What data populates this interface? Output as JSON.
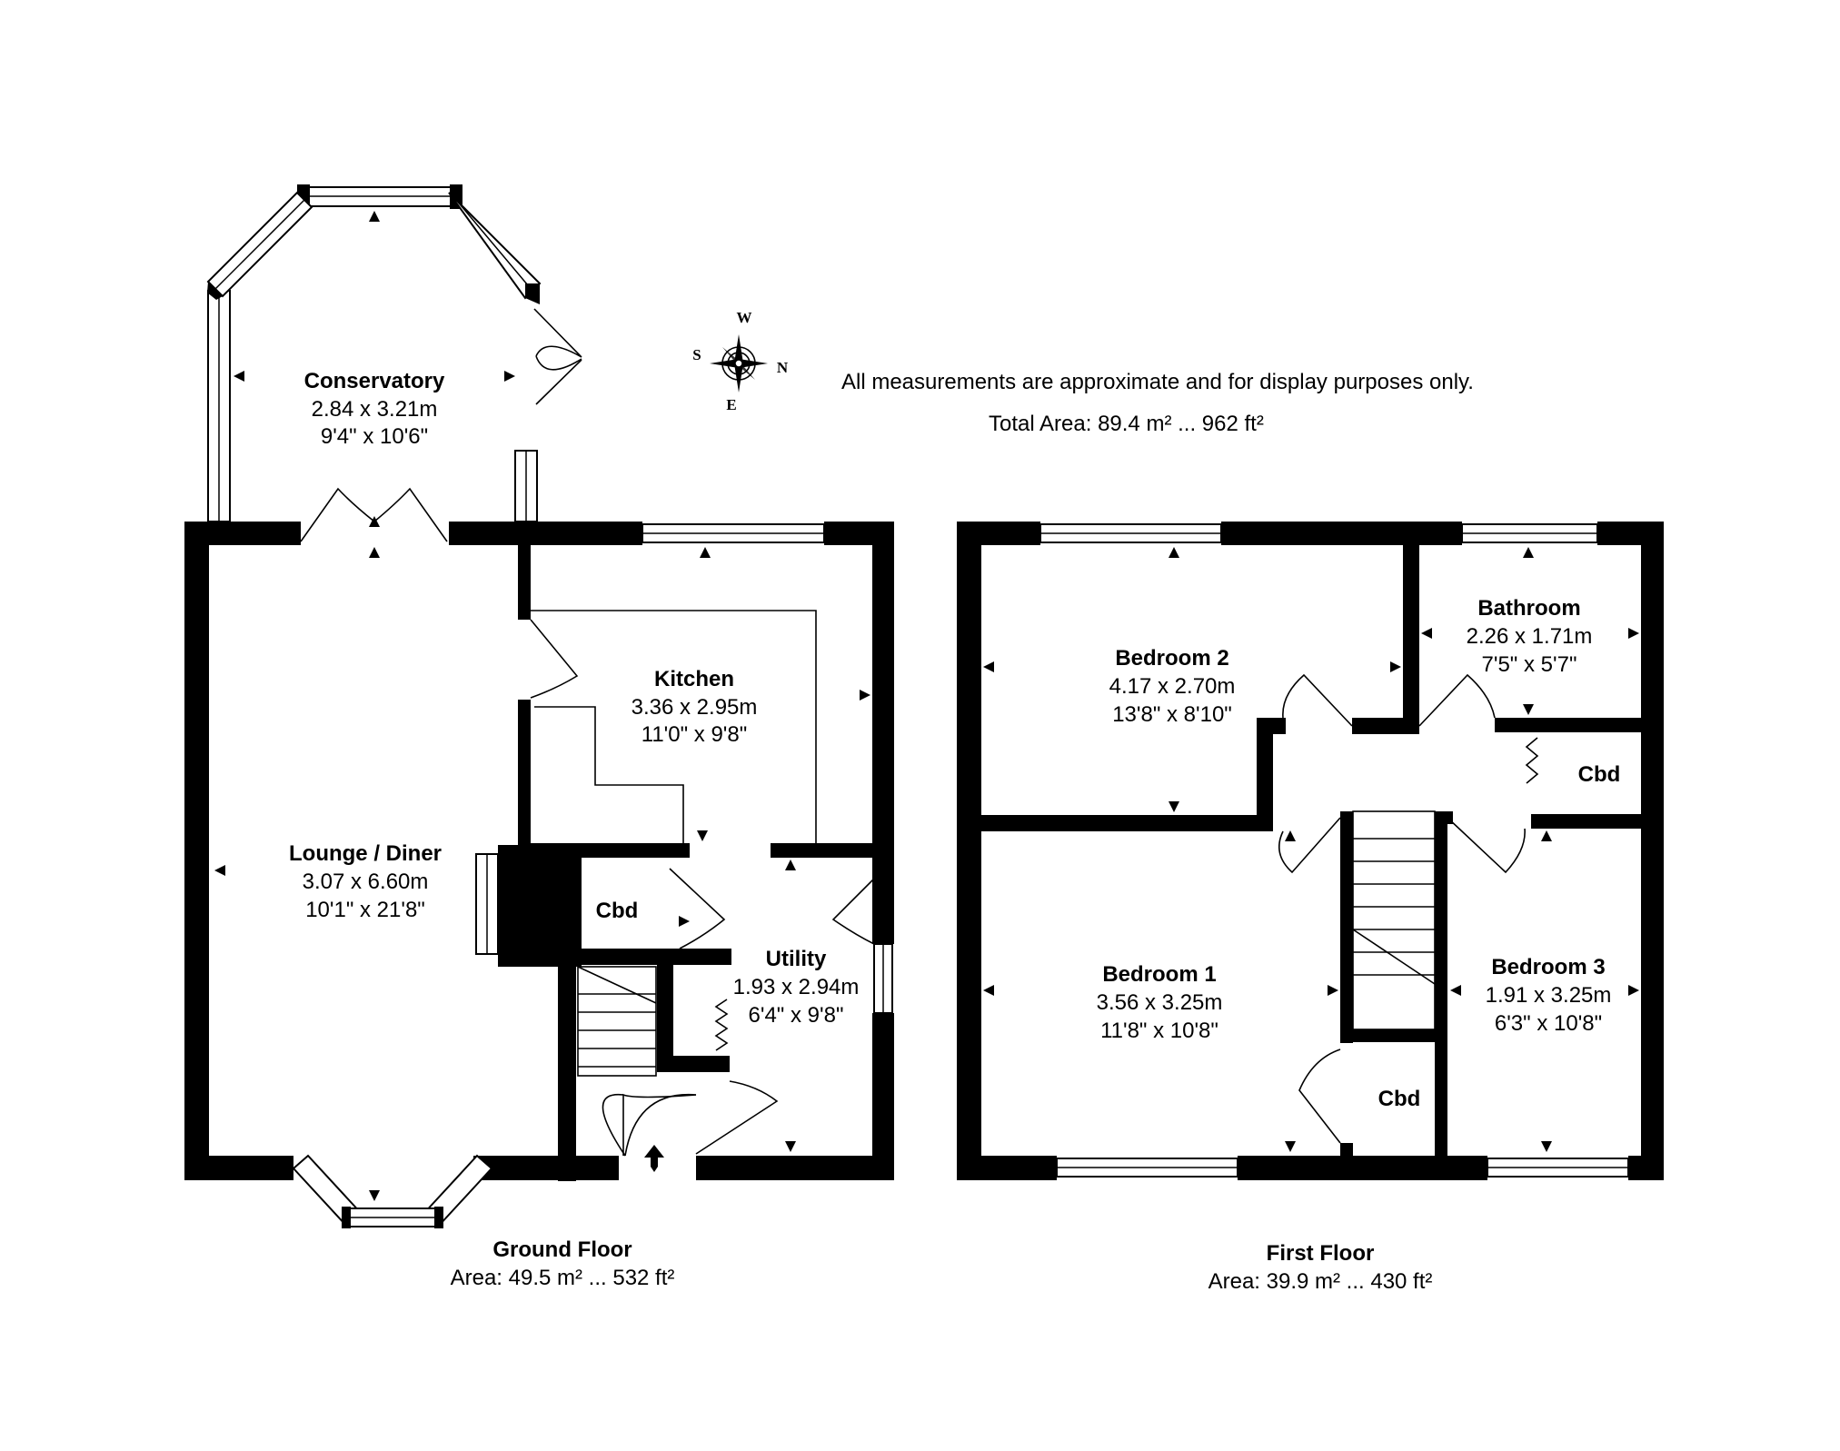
{
  "notes": {
    "disclaimer": "All measurements are approximate and for display purposes only.",
    "total_area": "Total Area: 89.4 m² ... 962 ft²"
  },
  "compass": {
    "top": "W",
    "right": "N",
    "bottom": "E",
    "left": "S"
  },
  "ground_floor": {
    "name": "Ground Floor",
    "area": "Area: 49.5 m² ... 532 ft²",
    "rooms": {
      "conservatory": {
        "name": "Conservatory",
        "metric": "2.84 x 3.21m",
        "imperial": "9'4\" x 10'6\""
      },
      "kitchen": {
        "name": "Kitchen",
        "metric": "3.36 x 2.95m",
        "imperial": "11'0\" x 9'8\""
      },
      "lounge": {
        "name": "Lounge / Diner",
        "metric": "3.07 x 6.60m",
        "imperial": "10'1\" x 21'8\""
      },
      "cbd": {
        "name": "Cbd"
      },
      "utility": {
        "name": "Utility",
        "metric": "1.93 x 2.94m",
        "imperial": "6'4\" x 9'8\""
      }
    }
  },
  "first_floor": {
    "name": "First Floor",
    "area": "Area: 39.9 m² ... 430 ft²",
    "rooms": {
      "bedroom2": {
        "name": "Bedroom 2",
        "metric": "4.17 x 2.70m",
        "imperial": "13'8\" x 8'10\""
      },
      "bathroom": {
        "name": "Bathroom",
        "metric": "2.26 x 1.71m",
        "imperial": "7'5\" x 5'7\""
      },
      "cbd_landing": {
        "name": "Cbd"
      },
      "bedroom1": {
        "name": "Bedroom 1",
        "metric": "3.56 x 3.25m",
        "imperial": "11'8\" x 10'8\""
      },
      "bedroom3": {
        "name": "Bedroom 3",
        "metric": "1.91 x 3.25m",
        "imperial": "6'3\" x 10'8\""
      },
      "cbd_bed1": {
        "name": "Cbd"
      }
    }
  }
}
